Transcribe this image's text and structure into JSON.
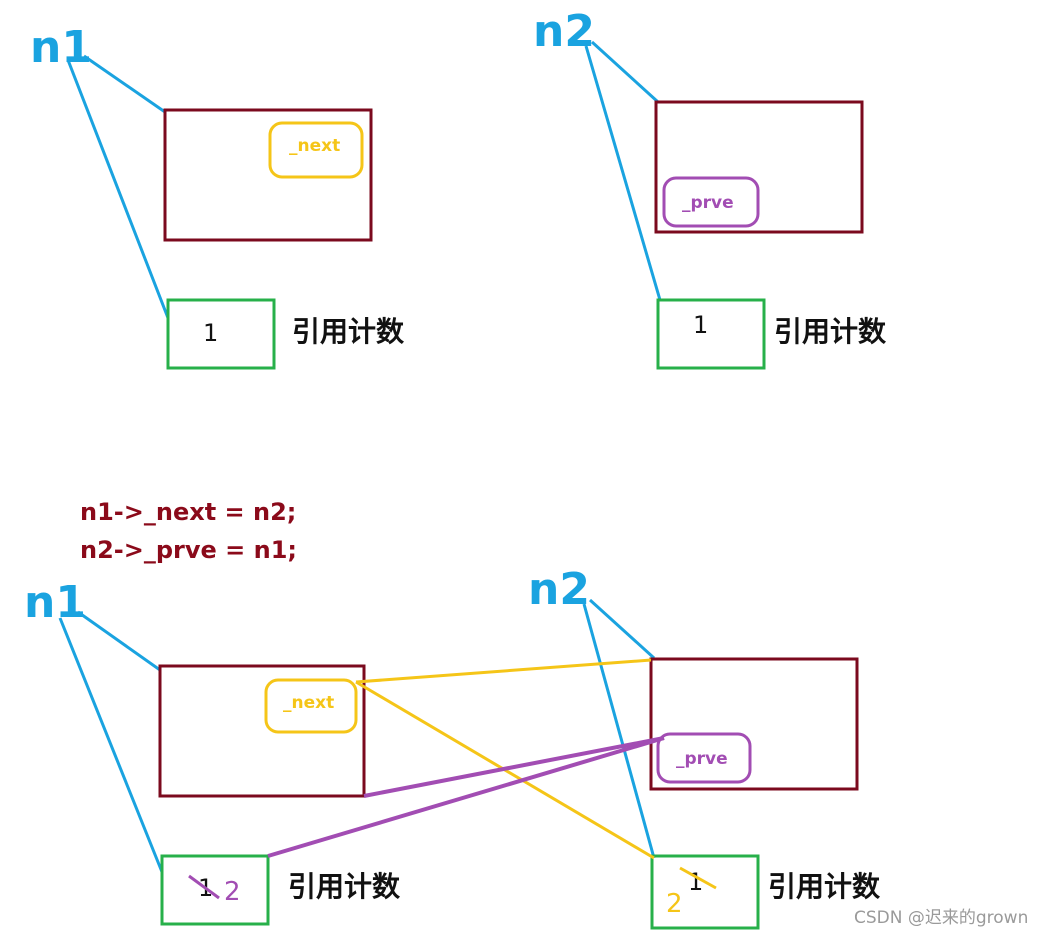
{
  "colors": {
    "pointer": "#1aa3e0",
    "node_border": "#7b0a1e",
    "next_field": "#f5c518",
    "prve_field": "#a24db3",
    "refcount_border": "#27b04a",
    "code_text": "#8b0a1a",
    "text": "#111111"
  },
  "before": {
    "n1": {
      "label": "n1",
      "field": "_next",
      "count": "1",
      "caption": "引用计数"
    },
    "n2": {
      "label": "n2",
      "field": "_prve",
      "count": "1",
      "caption": "引用计数"
    }
  },
  "code": {
    "line1": "n1->_next = n2;",
    "line2": "n2->_prve = n1;"
  },
  "after": {
    "n1": {
      "label": "n1",
      "field": "_next",
      "old_count": "1",
      "new_count": "2",
      "caption": "引用计数"
    },
    "n2": {
      "label": "n2",
      "field": "_prve",
      "old_count": "1",
      "new_count": "2",
      "caption": "引用计数"
    }
  },
  "watermark": "CSDN @迟来的grown"
}
